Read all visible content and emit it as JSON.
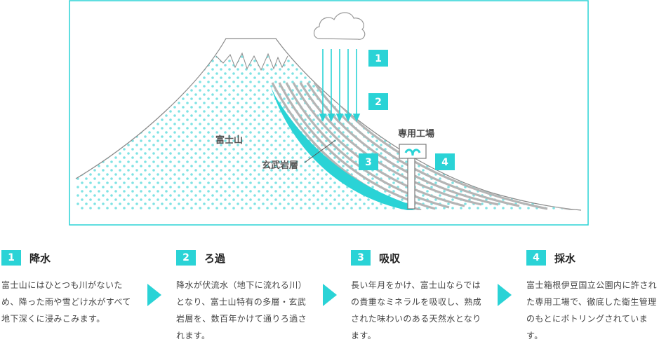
{
  "diagram": {
    "mountain_label": "富士山",
    "rock_label": "玄武岩層",
    "factory_label": "専用工場",
    "badges": [
      "1",
      "2",
      "3",
      "4"
    ]
  },
  "steps": [
    {
      "number": "1",
      "title": "降水",
      "desc": "富士山にはひとつも川がないため、降った雨や雪どけ水がすべて地下深くに浸みこみます。"
    },
    {
      "number": "2",
      "title": "ろ過",
      "desc": "降水が伏流水（地下に流れる川）となり、富士山特有の多層・玄武岩層を、数百年かけて通りろ過されます。"
    },
    {
      "number": "3",
      "title": "吸収",
      "desc": "長い年月をかけ、富士山ならではの貴重なミネラルを吸収し、熟成された味わいのある天然水となります。"
    },
    {
      "number": "4",
      "title": "採水",
      "desc": "富士箱根伊豆国立公園内に許された専用工場で、徹底した衛生管理のもとにボトリングされています。"
    }
  ],
  "colors": {
    "accent": "#2ad3d6",
    "dots": "#7fe3e4",
    "layers": "#b5b5b5",
    "outline": "#8a8a8a"
  }
}
